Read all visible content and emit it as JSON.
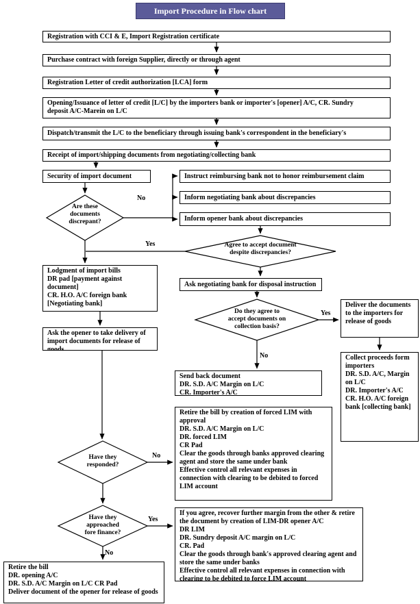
{
  "title": "Import Procedure in Flow chart",
  "colors": {
    "title_bg": "#5b5b99",
    "title_text": "#ffffff",
    "box_border": "#000000"
  },
  "nodes": {
    "registration": "Registration with CCI & E, Import Registration certificate",
    "purchase_contract": "Purchase contract with foreign Supplier, directly or through agent",
    "lca_form": "Registration Letter of credit authorization [LCA] form",
    "lc_opening": "Opening/Issuance of letter of credit [L/C] by the importers bank or importer's [opener] A/C, CR. Sundry\ndeposit A/C-Marein on L/C",
    "dispatch_lc": "Dispatch/transmit the L/C to the beneficiary through issuing bank's correspondent in the beneficiary's",
    "receipt_docs": "Receipt of import/shipping documents from negotiating/collecting bank",
    "security_docs": "Security of import document",
    "instruct_reimbursing": "Instruct reimbursing bank not to honor reimbursement claim",
    "inform_negotiating": "Inform negotiating bank about discrepancies",
    "inform_opener": "Inform opener bank about discrepancies",
    "d_discrepant": "Are these\ndocuments\ndiscrepant?",
    "d_agree_accept": "Agree to accept document\ndespite discrepancies?",
    "lodgment": "Lodgment of import bills\nDR pad [payment against\ndocument]\nCR. H.O. A/C foreign bank\n[Negotiating bank]",
    "ask_disposal": "Ask negotiating bank for disposal instruction",
    "ask_opener_delivery": "Ask the opener to take delivery of import documents for release of goods",
    "d_collection_basis": "Do they agree to\naccept documents on\ncollection basis?",
    "deliver_docs": "Deliver the documents to the importers for release of goods",
    "collect_proceeds": "Collect proceeds form importers\nDR. S.D. A/C, Margin on L/C\nDR. Importer's A/C\nCR. H.O. A/C foreign bank [collecting bank]",
    "send_back": "Send back document\nDR. S.D. A/C Margin on L/C\nCR. Importer's A/C",
    "retire_forced_lim": "Retire the bill by creation of forced LIM with approval\nDR. S.D. A/C Margin on L/C\nDR. forced LIM\nCR Pad\nClear the goods through banks approved clearing agent and store the same under bank\nEffective control all relevant expenses in connection with clearing to be debited to forced LIM account",
    "d_responded": "Have they\nresponded?",
    "d_fore_finance": "Have they\napproached\nfore finance?",
    "recover_margin": "If you agree, recover further margin from the other & retire the document by creation of LIM-DR opener A/C\nDR LIM\nDR. Sundry deposit A/C margin on L/C\nCR. Pad\nClear the goods through bank's approved clearing agent and store the same under banks\nEffective control all relevant expenses in connection with clearing to be debited to force LIM account",
    "retire_bill": "Retire the bill\nDR. opening A/C\nDR. S.D. A/C Margin on L/C CR Pad\nDeliver document of the opener for release of goods"
  },
  "edge_labels": {
    "discrepant_no": "No",
    "agree_yes": "Yes",
    "collection_yes": "Yes",
    "collection_no": "No",
    "responded_no": "No",
    "finance_yes": "Yes",
    "finance_no": "No"
  }
}
